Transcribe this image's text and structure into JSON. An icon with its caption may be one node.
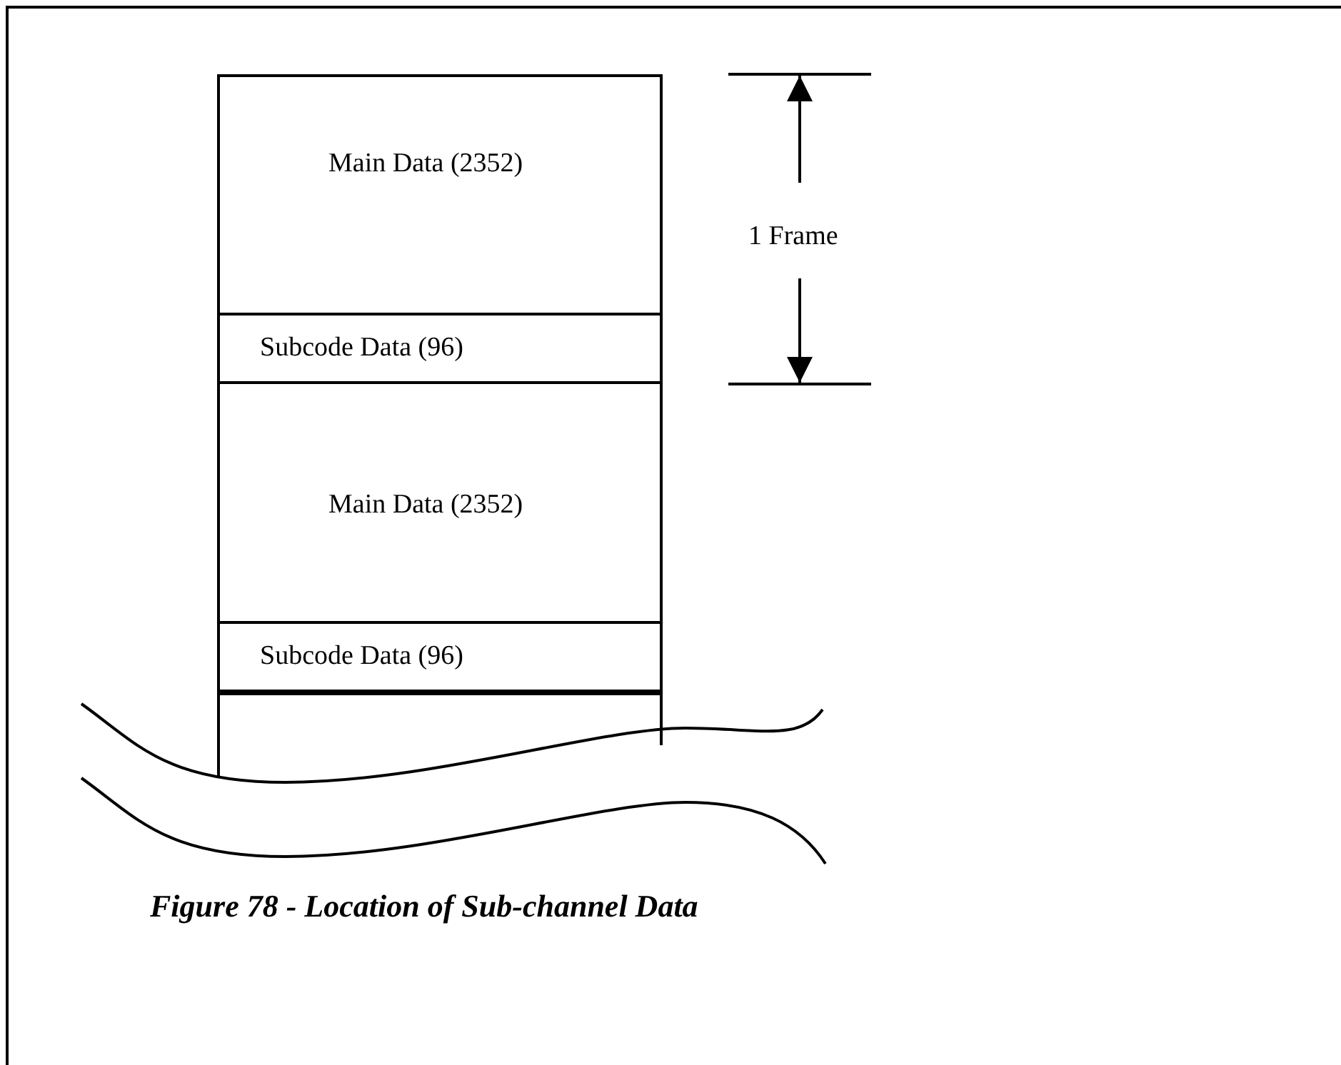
{
  "diagram": {
    "caption": "Figure 78 - Location of Sub-channel Data",
    "nodes": [
      {
        "text": [
          "Main Data (2352)"
        ]
      },
      {
        "text": [
          "Subcode Data (96)"
        ]
      },
      {
        "text": [
          "Main Data (2352)"
        ]
      },
      {
        "text": [
          "Subcode Data (96)"
        ]
      },
      {
        "text": [],
        "shape": "box"
      }
    ],
    "labels": [
      "1 Frame"
    ]
  }
}
